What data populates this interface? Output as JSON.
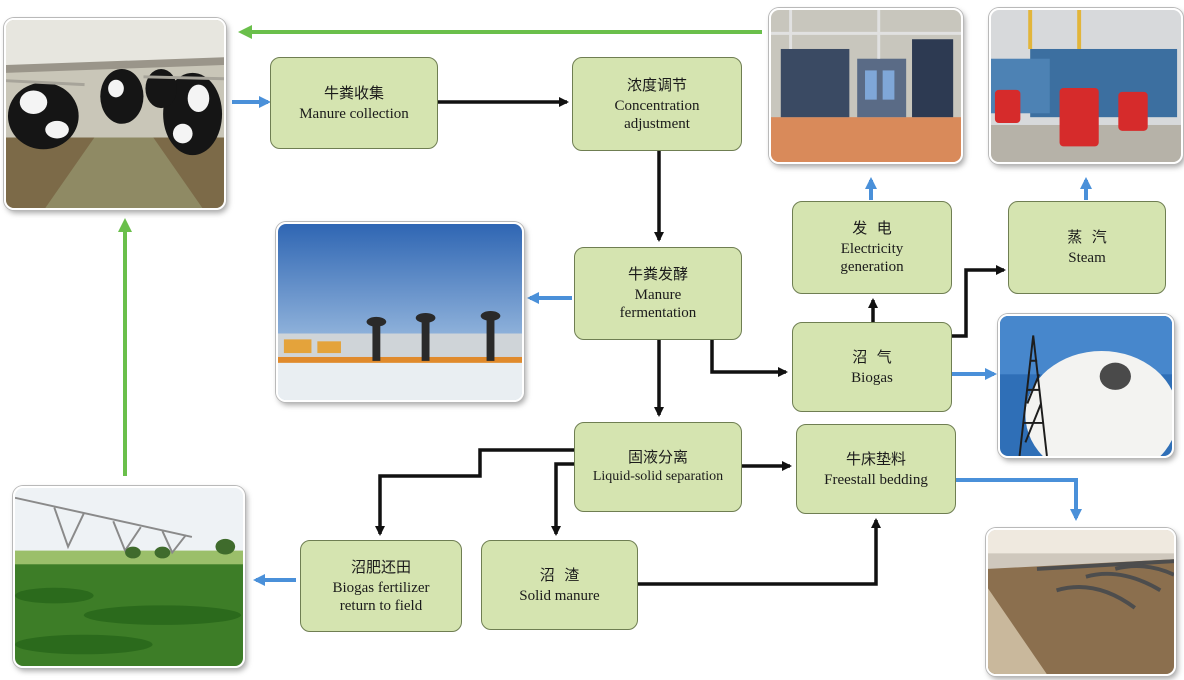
{
  "nodes": {
    "manure_collection": {
      "zh": "牛粪收集",
      "en": "Manure collection"
    },
    "concentration": {
      "zh": "浓度调节",
      "en1": "Concentration",
      "en2": "adjustment"
    },
    "fermentation": {
      "zh": "牛粪发酵",
      "en1": "Manure",
      "en2": "fermentation"
    },
    "electricity": {
      "zh": "发  电",
      "en1": "Electricity",
      "en2": "generation"
    },
    "steam": {
      "zh": "蒸  汽",
      "en": "Steam"
    },
    "biogas": {
      "zh": "沼  气",
      "en": "Biogas"
    },
    "separation": {
      "zh": "固液分离",
      "en": "Liquid-solid separation"
    },
    "bedding": {
      "zh": "牛床垫料",
      "en": "Freestall bedding"
    },
    "fertilizer": {
      "zh": "沼肥还田",
      "en1": "Biogas fertilizer",
      "en2": "return to field"
    },
    "solid": {
      "zh": "沼  渣",
      "en": "Solid manure"
    }
  },
  "colors": {
    "box_fill": "#d5e4b0",
    "box_border": "#6f7e52",
    "flow_arrow": "#111111",
    "output_arrow": "#4a90d9",
    "cycle_arrow": "#6abf4b"
  },
  "photos": [
    "dairy-barn-cows",
    "power-generator-room",
    "steam-boiler-room",
    "fermentation-tanks",
    "biogas-storage-dome",
    "crop-field-irrigation",
    "freestall-stalls"
  ]
}
